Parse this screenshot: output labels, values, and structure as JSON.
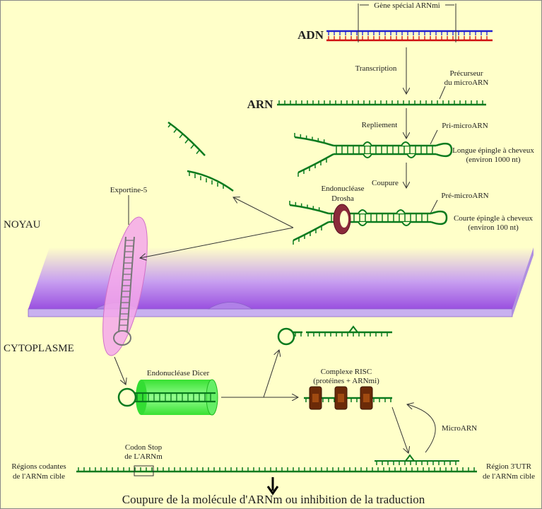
{
  "labels": {
    "gene": "Gène spécial ARNmi",
    "adn": "ADN",
    "transcription": "Transcription",
    "precursor_1": "Précurseur",
    "precursor_2": "du microARN",
    "arn": "ARN",
    "folding": "Repliement",
    "pri_mirna": "Pri-microARN",
    "long_hairpin_1": "Longue épingle à cheveux",
    "long_hairpin_2": "(environ 1000 nt)",
    "cleavage": "Coupure",
    "drosha_1": "Endonucléase",
    "drosha_2": "Drosha",
    "pre_mirna": "Pré-microARN",
    "short_hairpin_1": "Courte épingle à cheveux",
    "short_hairpin_2": "(environ 100 nt)",
    "nucleus": "NOYAU",
    "exportin": "Exportine-5",
    "cytoplasm": "CYTOPLASME",
    "dicer": "Endonucléase Dicer",
    "risc_1": "Complexe RISC",
    "risc_2": "(protéines + ARNmi)",
    "microarn": "MicroARN",
    "stop_1": "Codon Stop",
    "stop_2": "de L'ARNm",
    "coding_1": "Régions codantes",
    "coding_2": "de l'ARNm cible",
    "utr_1": "Région 3'UTR",
    "utr_2": "de l'ARNm cible",
    "outcome": "Coupure de la molécule d'ARNm ou inhibition de la traduction"
  },
  "colors": {
    "background": "#ffffc9",
    "rna": "#0a7a1e",
    "dna_top": "#2020d0",
    "dna_bottom": "#d01010",
    "membrane": "#9a60e0",
    "exportin": "#f5a0e8",
    "dicer": "#33ee33",
    "drosha": "#8a2a3a",
    "risc": "#6b2a08"
  }
}
